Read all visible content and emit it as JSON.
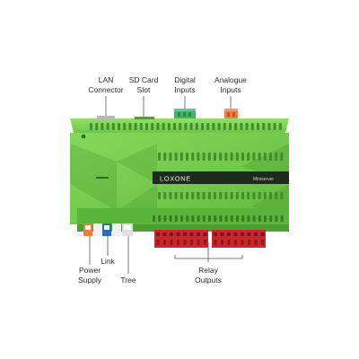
{
  "callouts": {
    "lan_connector": {
      "line1": "LAN",
      "line2": "Connector"
    },
    "sd_card_slot": {
      "line1": "SD Card",
      "line2": "Slot"
    },
    "digital_inputs": {
      "line1": "Digital",
      "line2": "Inputs"
    },
    "analogue_inputs": {
      "line1": "Analogue",
      "line2": "Inputs"
    },
    "power_supply": {
      "line1": "Power",
      "line2": "Supply"
    },
    "link": {
      "line1": "Link"
    },
    "tree": {
      "line1": "Tree"
    },
    "relay_outputs": {
      "line1": "Relay",
      "line2": "Outputs"
    }
  },
  "device": {
    "brand": "LOXONE",
    "model": "Miniserver"
  },
  "colors": {
    "housing_green": "#7ed957",
    "housing_dark_green": "#4fa83a",
    "label_band": "#1f2a1f",
    "relay_red": "#c8262d",
    "digital_input_green": "#3fb56b",
    "analogue_input_orange": "#ec7d45",
    "leader_line": "#555555"
  }
}
